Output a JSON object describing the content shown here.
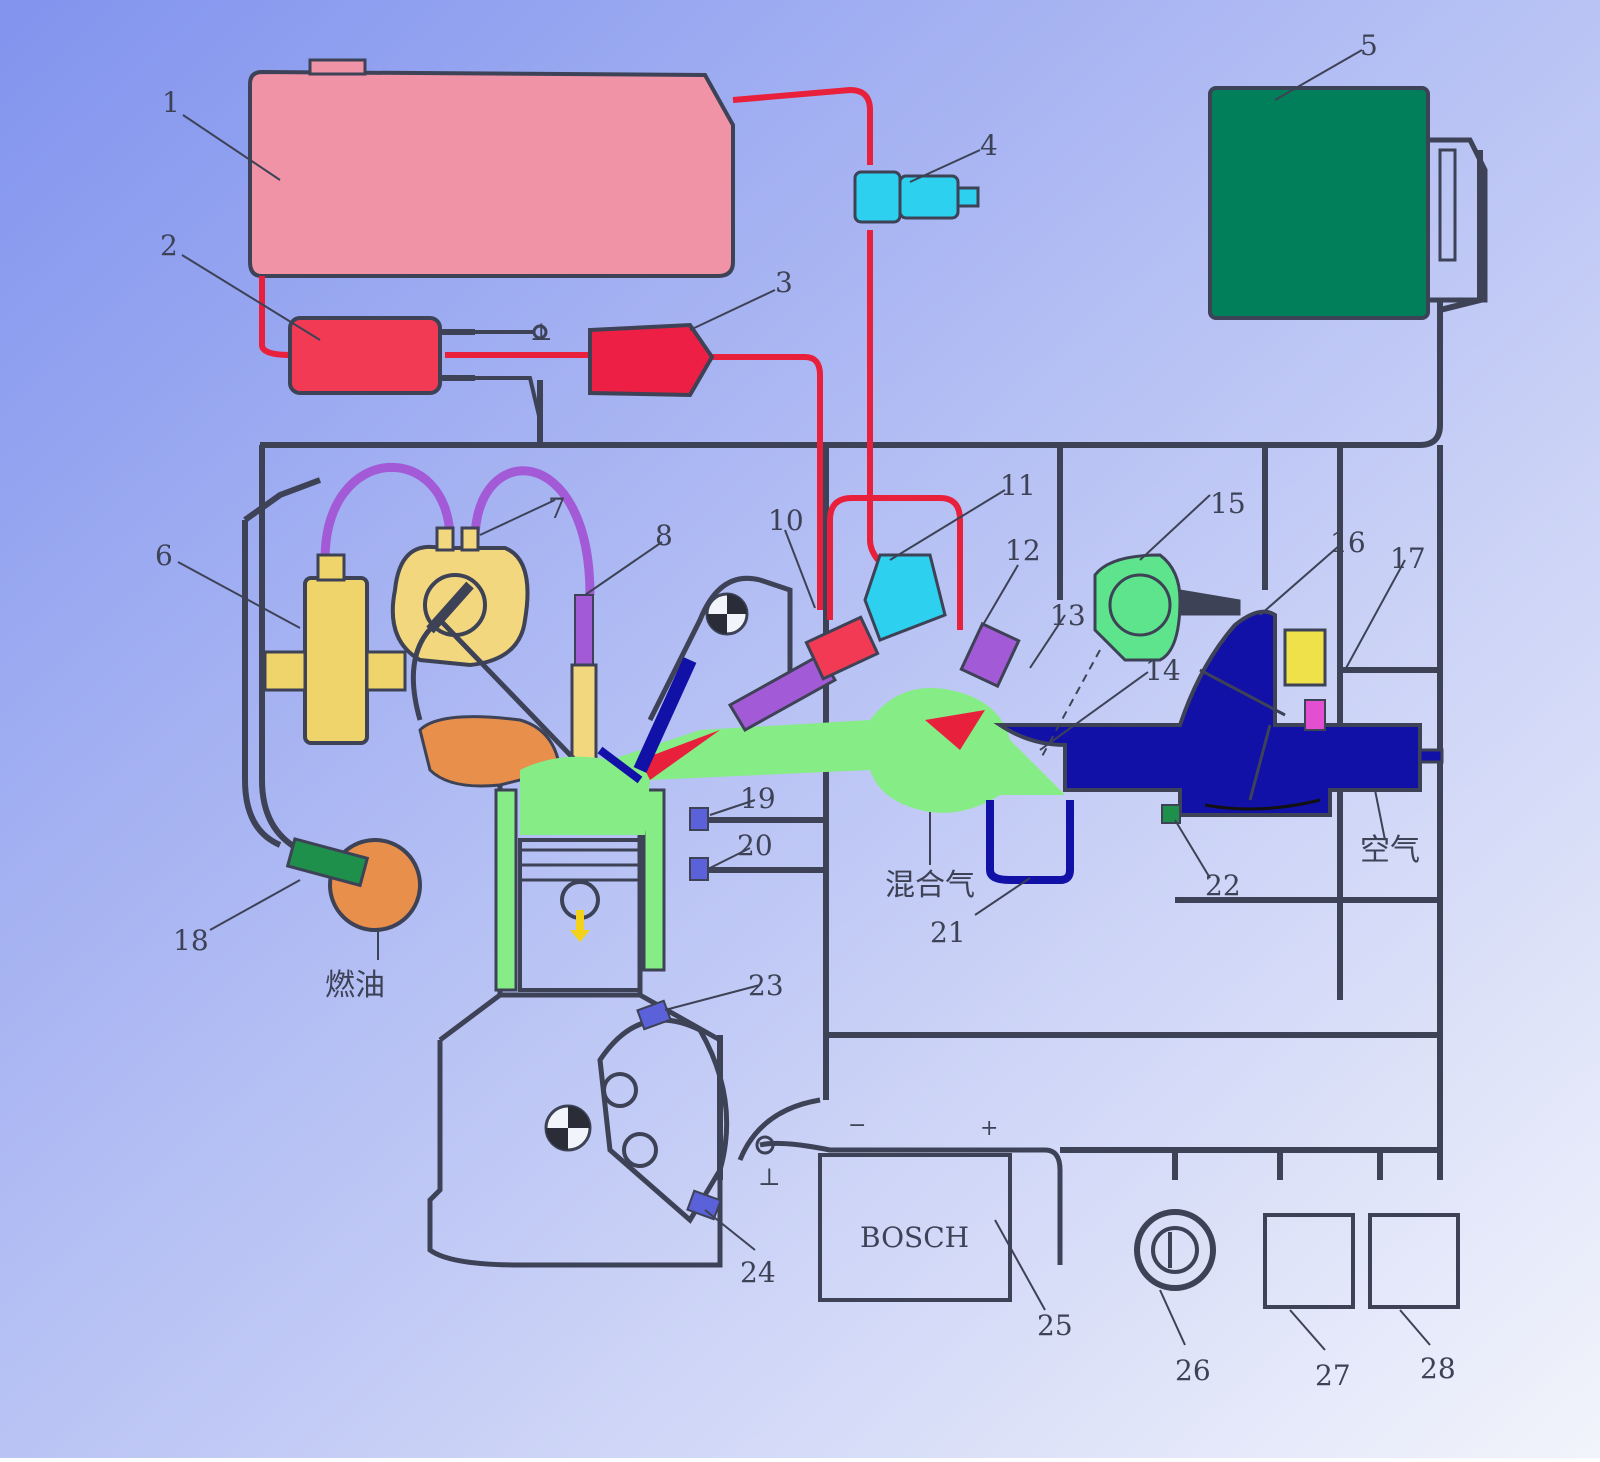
{
  "diagram": {
    "callouts": [
      "1",
      "2",
      "3",
      "4",
      "5",
      "6",
      "7",
      "8",
      "10",
      "11",
      "12",
      "13",
      "14",
      "15",
      "16",
      "17",
      "18",
      "19",
      "20",
      "21",
      "22",
      "23",
      "24",
      "25",
      "26",
      "27",
      "28"
    ],
    "labels": {
      "fuel": "燃油",
      "mixture": "混合气",
      "air": "空气",
      "battery_brand": "BOSCH",
      "ground_symbol": "⊥",
      "minus": "−",
      "plus": "+"
    },
    "colors": {
      "background_left": "#8193ee",
      "background_right": "#f2f4fb",
      "fuel_tank": "#f093a6",
      "fuel_pump": "#f23a55",
      "fuel_filter": "#ee1f45",
      "fuel_line": "#e8203c",
      "pressure_damper": "#2ed0ef",
      "ecu": "#007f5a",
      "ignition_coil": "#efd46b",
      "distributor": "#f2d77e",
      "spark_wire": "#a25ad6",
      "mixture_green": "#86ec86",
      "air_duct": "#1111a8",
      "throttle_switch": "#5ee48c",
      "fuel_orange": "#e88f4c",
      "sensor_blue": "#5b61d8",
      "temp_sensor": "#1f8f4c",
      "outline": "#3d4256"
    }
  }
}
